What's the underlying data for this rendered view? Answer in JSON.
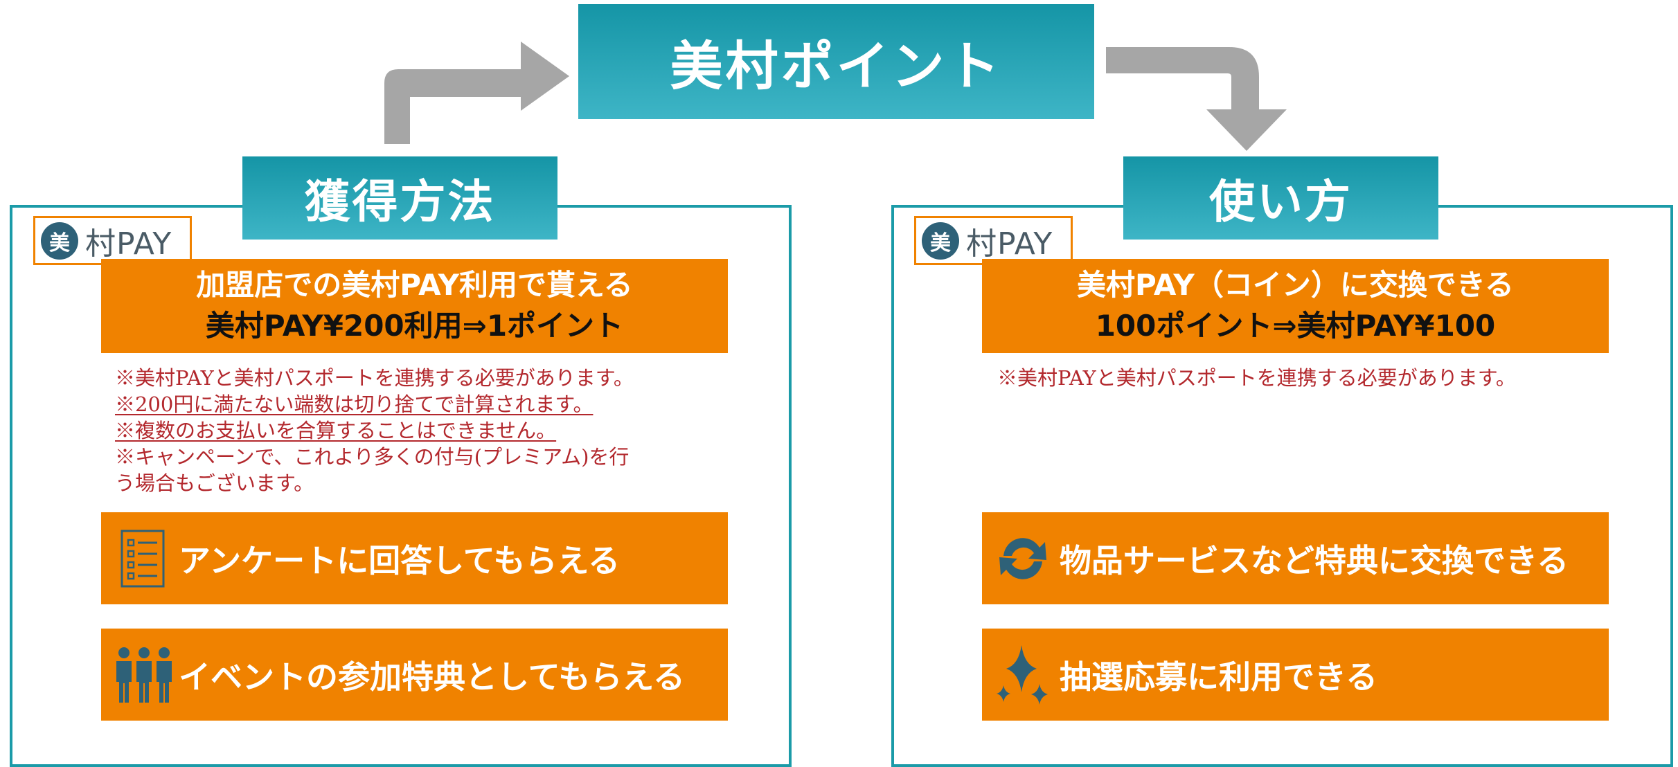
{
  "title": "美村ポイント",
  "colors": {
    "teal": "#1b9ba8",
    "orange": "#f08200",
    "note_red": "#b3282d",
    "arrow_gray": "#a6a6a6",
    "icon_blue": "#2e6178"
  },
  "left": {
    "heading": "獲得方法",
    "logo": {
      "mark": "美",
      "text": "村PAY"
    },
    "main_box": {
      "line1": "加盟店での美村PAY利用で貰える",
      "line2": "美村PAY¥200利用⇒1ポイント"
    },
    "notes": [
      "※美村PAYと美村パスポートを連携する必要があります。",
      "※200円に満たない端数は切り捨てで計算されます。",
      "※複数のお支払いを合算することはできません。",
      "※キャンペーンで、これより多くの付与(プレミアム)を行",
      "う場合もございます。"
    ],
    "items": [
      {
        "icon": "checklist-icon",
        "label": "アンケートに回答してもらえる"
      },
      {
        "icon": "people-icon",
        "label": "イベントの参加特典としてもらえる"
      }
    ]
  },
  "right": {
    "heading": "使い方",
    "logo": {
      "mark": "美",
      "text": "村PAY"
    },
    "main_box": {
      "line1": "美村PAY（コイン）に交換できる",
      "line2": "100ポイント⇒美村PAY¥100"
    },
    "notes": [
      "※美村PAYと美村パスポートを連携する必要があります。"
    ],
    "items": [
      {
        "icon": "exchange-arrows-icon",
        "label": "物品サービスなど特典に交換できる"
      },
      {
        "icon": "sparkle-icon",
        "label": "抽選応募に利用できる"
      }
    ]
  }
}
